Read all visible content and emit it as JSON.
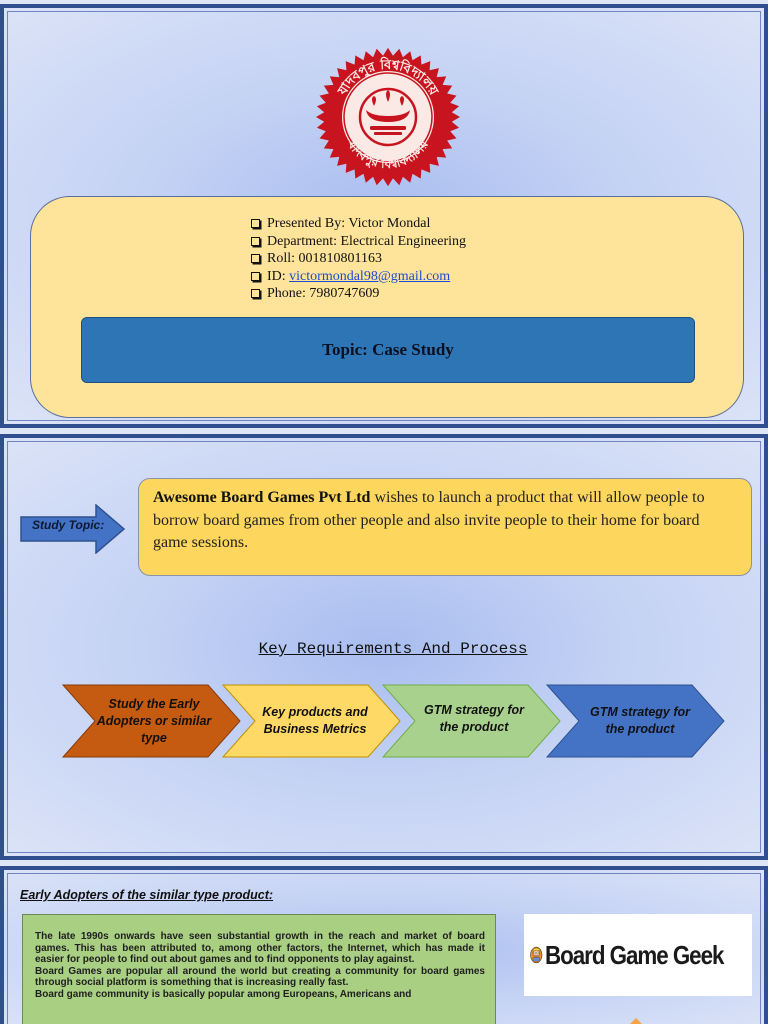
{
  "slide1": {
    "seal": {
      "top_text": "যাদবপুর বিশ্ববিদ্যালয়",
      "bottom_text": "যাদবপুর বিশ্ববিদ্যালয়",
      "color": "#c8141e"
    },
    "presenter": {
      "presented_by": "Presented By: Victor Mondal",
      "department": "Department: Electrical Engineering",
      "roll": "Roll: 001810801163",
      "id_label": "ID: ",
      "id_email": "victormondal98@gmail.com",
      "phone": "Phone: 7980747609"
    },
    "topic": "Topic: Case Study"
  },
  "slide2": {
    "study_topic_label": "Study Topic:",
    "company": "Awesome Board Games Pvt Ltd",
    "description": " wishes to launch a product that will allow people to borrow board games from other people and also invite people to their home for board game sessions.",
    "key_title": "Key Requirements And Process",
    "process_steps": [
      {
        "label": "Study the Early Adopters or similar type",
        "color": "#c55a11"
      },
      {
        "label": "Key products and Business Metrics",
        "color": "#ffd966"
      },
      {
        "label": "GTM strategy for the product",
        "color": "#a9d18e"
      },
      {
        "label": "GTM strategy for the product",
        "color": "#4472c4"
      }
    ]
  },
  "slide3": {
    "title": "Early Adopters of the similar type product:",
    "paragraphs": [
      "The late 1990s onwards have seen substantial growth in the reach and market of board games. This has been attributed to, among other factors, the Internet, which has made it easier for people to find out about games and to find opponents to play against.",
      "Board Games are popular all around the world but creating a community for board games through social platform is something that is increasing really fast.",
      "Board game community is basically popular among Europeans, Americans and"
    ],
    "logo_text": "Board Game Geek"
  }
}
